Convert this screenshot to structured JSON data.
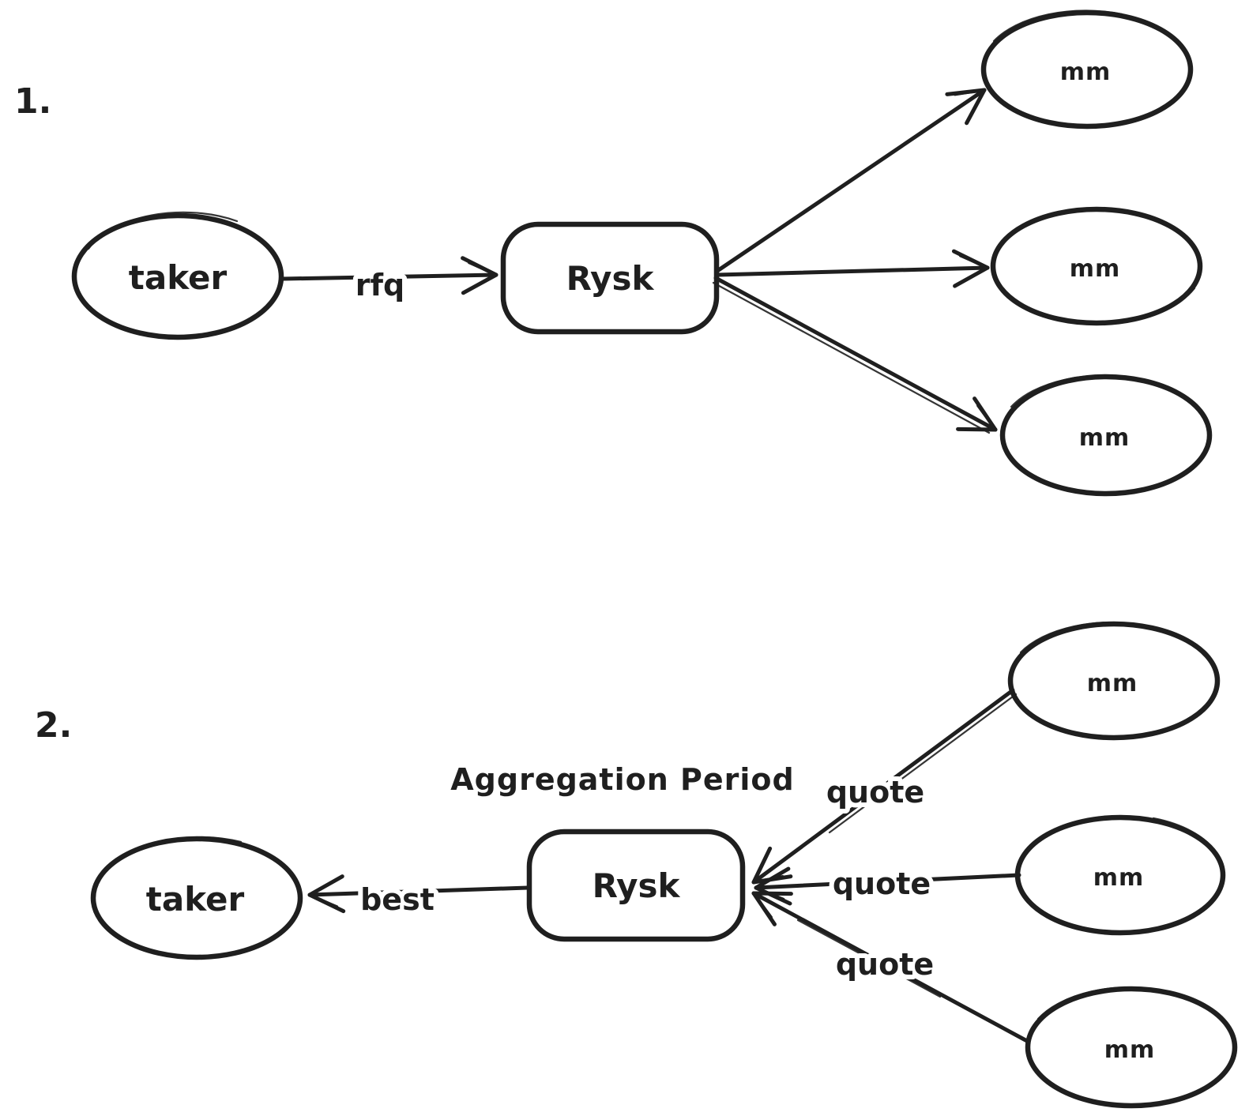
{
  "canvas": {
    "ink_color": "#1f1f1f",
    "background_color": "#ffffff"
  },
  "section1": {
    "label": "1.",
    "taker_node": "taker",
    "hub_node": "Rysk",
    "rfq_edge_label": "rfq",
    "maker_nodes": [
      "mm",
      "mm",
      "mm"
    ]
  },
  "section2": {
    "label": "2.",
    "taker_node": "taker",
    "hub_node": "Rysk",
    "best_edge_label": "best",
    "annotation": "Aggregation Period",
    "quote_edge_labels": [
      "quote",
      "quote",
      "quote"
    ],
    "maker_nodes": [
      "mm",
      "mm",
      "mm"
    ]
  }
}
